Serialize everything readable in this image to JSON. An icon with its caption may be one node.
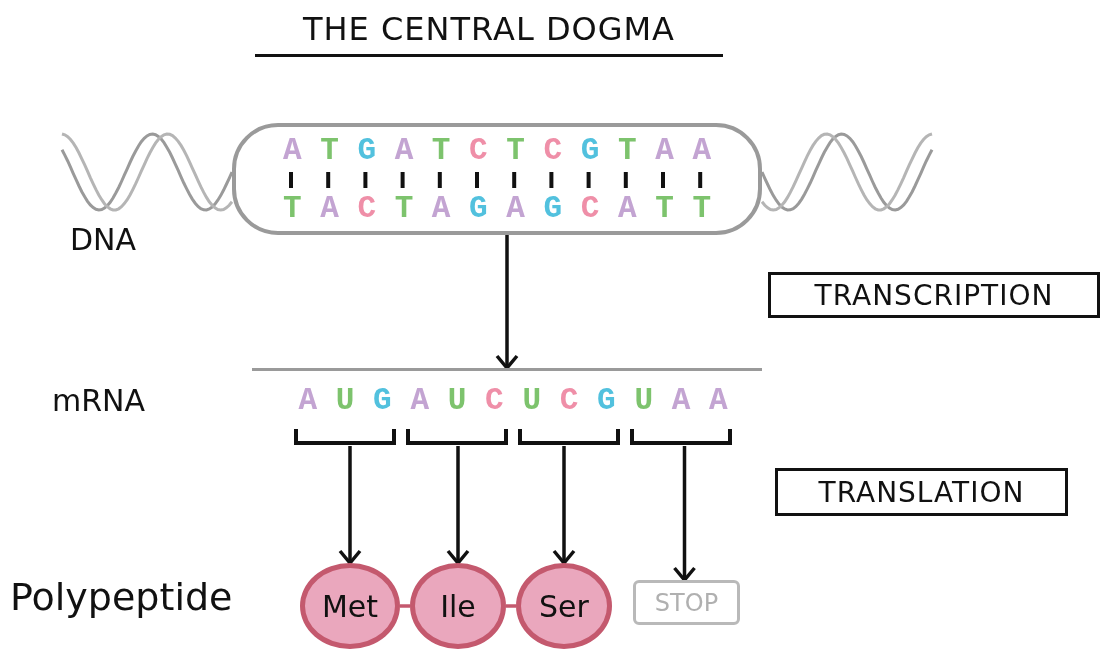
{
  "diagram": {
    "title": "THE CENTRAL DOGMA",
    "nodes": [
      {
        "text": [
          "A T G A T C T C G T A A",
          "T A C T A G A G C A T T"
        ],
        "beside": [
          "DNA"
        ]
      },
      {
        "text": [
          "TRANSCRIPTION"
        ]
      },
      {
        "text": [],
        "shape": "bar",
        "beside": [
          "mRNA"
        ]
      },
      {
        "text": [
          "A U G"
        ],
        "in": 2
      },
      {
        "text": [
          "A U C"
        ],
        "in": 2
      },
      {
        "text": [
          "U C G"
        ],
        "in": 2
      },
      {
        "text": [
          "U A A"
        ],
        "in": 2
      },
      {
        "text": [
          "TRANSLATION"
        ]
      },
      {
        "text": [
          "Met"
        ]
      },
      {
        "text": [
          "Ile"
        ]
      },
      {
        "text": [
          "Ser"
        ]
      },
      {
        "text": [
          "STOP"
        ]
      }
    ],
    "edges": [
      {
        "from": 0,
        "to": 2,
        "arrow": "to"
      },
      {
        "from": 3,
        "to": 8,
        "arrow": "to"
      },
      {
        "from": 4,
        "to": 9,
        "arrow": "to"
      },
      {
        "from": 5,
        "to": 10,
        "arrow": "to"
      },
      {
        "from": 6,
        "to": 11,
        "arrow": "to"
      },
      {
        "from": 8,
        "to": 9,
        "arrow": "none",
        "color": "#c4596e"
      },
      {
        "from": 9,
        "to": 10,
        "arrow": "none",
        "color": "#c4596e"
      }
    ],
    "labels": [
      "Polypeptide"
    ]
  }
}
